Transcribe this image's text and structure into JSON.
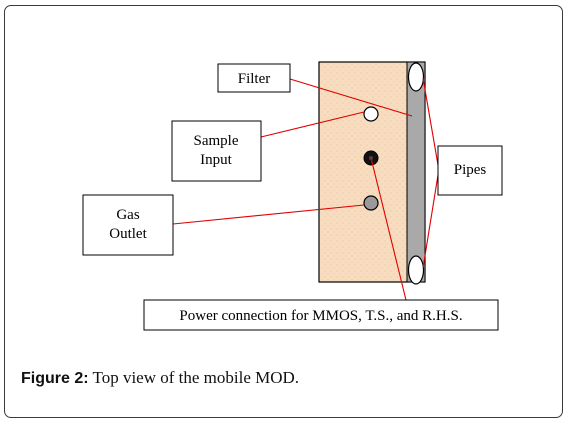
{
  "labels": {
    "filter": "Filter",
    "sample_input": [
      "Sample",
      "Input"
    ],
    "gas_outlet": [
      "Gas",
      "Outlet"
    ],
    "pipes": "Pipes",
    "power": "Power connection for MMOS, T.S., and R.H.S."
  },
  "caption": {
    "label": "Figure 2:",
    "text": " Top view of the mobile MOD."
  },
  "colors": {
    "body_fill": "#f7dcc0",
    "filter_strip": "#a9a9a9",
    "leader_line": "#e00000",
    "port_fill_gas": "#9a9a9a",
    "port_fill_sample": "#ffffff",
    "power_connector": "#111111"
  }
}
